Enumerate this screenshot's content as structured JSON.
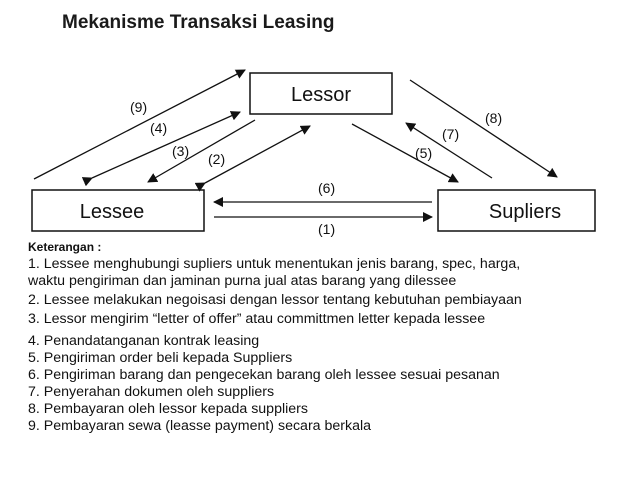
{
  "title": "Mekanisme Transaksi Leasing",
  "boxes": {
    "lessor": "Lessor",
    "lessee": "Lessee",
    "supliers": "Supliers"
  },
  "arrow_labels": {
    "a1": "(1)",
    "a2": "(2)",
    "a3": "(3)",
    "a4": "(4)",
    "a5": "(5)",
    "a6": "(6)",
    "a7": "(7)",
    "a8": "(8)",
    "a9": "(9)"
  },
  "legend": {
    "heading": "Keterangan :",
    "items": [
      "1. Lessee menghubungi supliers untuk menentukan jenis barang, spec, harga,",
      "waktu pengiriman dan jaminan purna jual atas barang yang dilessee",
      "2. Lessee melakukan negoisasi dengan lessor tentang kebutuhan pembiayaan",
      "3. Lessor mengirim  “letter of offer” atau committmen letter kepada lessee",
      "4. Penandatanganan kontrak leasing",
      "5. Pengiriman order beli kepada Suppliers",
      "6. Pengiriman barang dan pengecekan barang oleh lessee sesuai pesanan",
      "7. Penyerahan dokumen oleh suppliers",
      "8. Pembayaran oleh lessor kepada suppliers",
      "9. Pembayaran sewa (leasse payment) secara berkala"
    ]
  }
}
